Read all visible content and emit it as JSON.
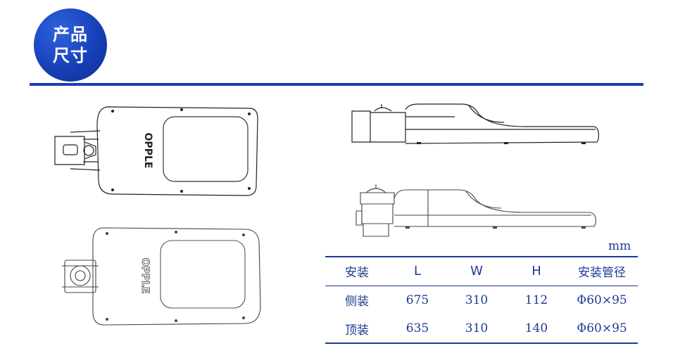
{
  "header": {
    "badge_line1": "产品",
    "badge_line2": "尺寸",
    "accent_color": "#1740b8"
  },
  "drawings": {
    "logo_text": "OPPLE"
  },
  "spec": {
    "unit": "mm",
    "headers": [
      "安装",
      "L",
      "W",
      "H",
      "安装管径"
    ],
    "rows": [
      [
        "侧装",
        "675",
        "310",
        "112",
        "Φ60×95"
      ],
      [
        "顶装",
        "635",
        "310",
        "140",
        "Φ60×95"
      ]
    ]
  }
}
